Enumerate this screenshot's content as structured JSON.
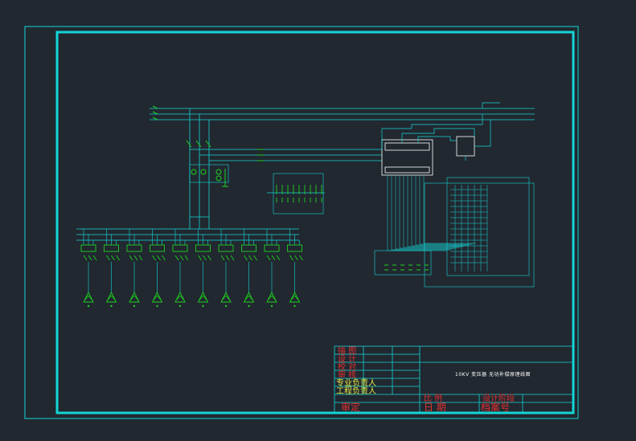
{
  "colors": {
    "background": "#212830",
    "frame": "#14d6d6",
    "wire": "#14d6d6",
    "component": "#1ed21e",
    "text_red": "#e23030",
    "text_white": "#ffffff",
    "text_yellow": "#e8e840"
  },
  "title_block": {
    "left_labels": [
      "描 图",
      "设 计",
      "校 对",
      "审 核"
    ],
    "lead_labels": [
      "专业负责人",
      "工程负责人"
    ],
    "review_label": "审定",
    "scale_label": "比 例",
    "date_label": "日 期",
    "stage_label": "设计阶段",
    "archive_label": "档案号",
    "drawing_title": "10KV 变压器 无功补偿原理线图"
  },
  "feeder_count": 10
}
